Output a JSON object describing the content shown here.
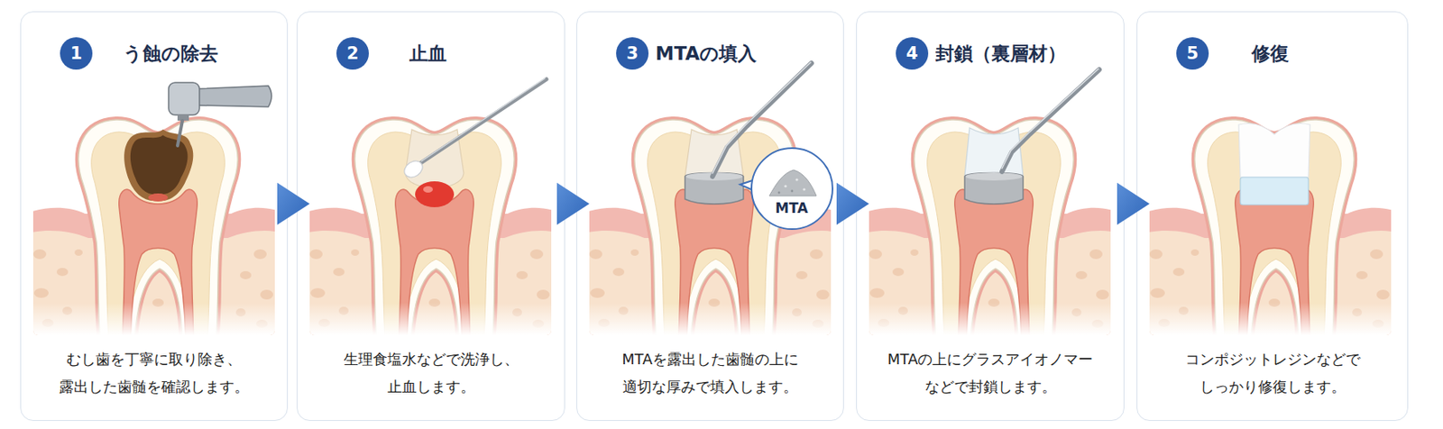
{
  "diagram": {
    "nodes": [
      {
        "text": [
          "う蝕の除去",
          "むし歯を丁寧に取り除き、 露出した歯髄を確認します。"
        ]
      },
      {
        "text": [
          "1"
        ],
        "in": 0
      },
      {
        "text": [
          "止血",
          "生理食塩水などで洗浄し、 止血します。"
        ]
      },
      {
        "text": [
          "2"
        ],
        "in": 2
      },
      {
        "text": [
          "MTAの填入",
          "MTAを露出した歯髄の上に 適切な厚みで填入します。"
        ]
      },
      {
        "text": [
          "3"
        ],
        "in": 4
      },
      {
        "text": [
          "MTA"
        ],
        "in": 4
      },
      {
        "text": [
          "封鎖（裏層材）",
          "MTAの上にグラスアイオノマー などで封鎖します。"
        ]
      },
      {
        "text": [
          "4"
        ],
        "in": 7
      },
      {
        "text": [
          "修復",
          "コンポジットレジンなどで しっかり修復します。"
        ]
      },
      {
        "text": [
          "5"
        ],
        "in": 9
      }
    ],
    "edges": [
      {
        "from": 0,
        "to": 2,
        "arrow": "to"
      },
      {
        "from": 2,
        "to": 4,
        "arrow": "to"
      },
      {
        "from": 4,
        "to": 7,
        "arrow": "to"
      },
      {
        "from": 7,
        "to": 9,
        "arrow": "to"
      }
    ]
  }
}
